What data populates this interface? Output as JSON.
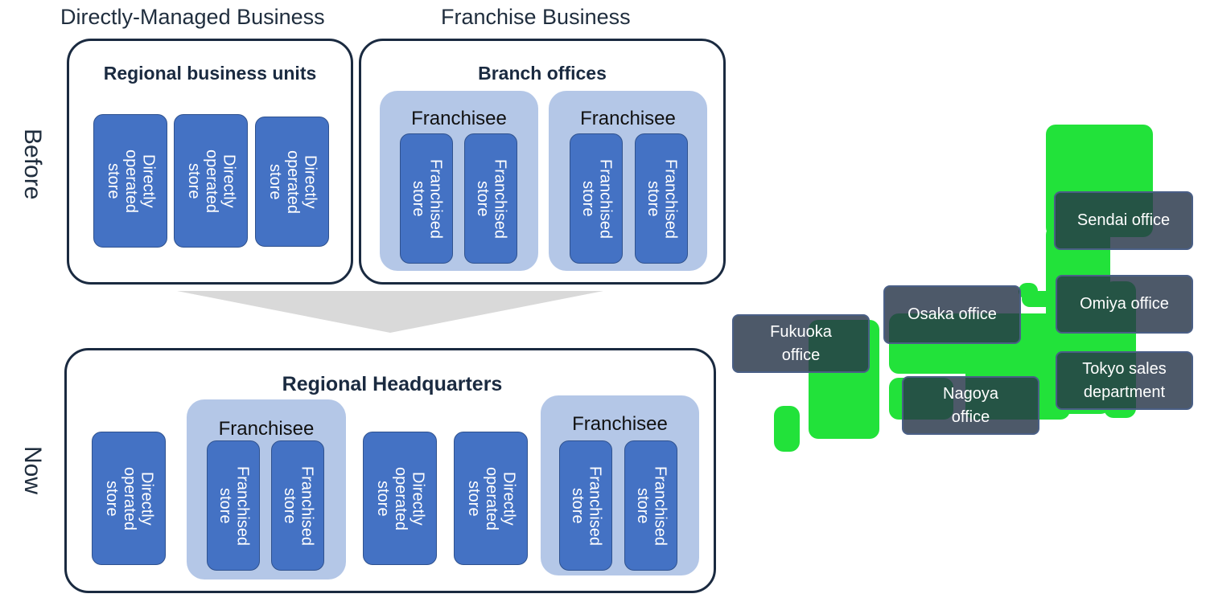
{
  "headers": {
    "directly_managed": "Directly-Managed Business",
    "franchise": "Franchise Business"
  },
  "side_labels": {
    "before": "Before",
    "now": "Now"
  },
  "before": {
    "direct_panel_title": "Regional business units",
    "direct_stores": [
      "Directly\noperated\nstore",
      "Directly\noperated\nstore",
      "Directly\noperated\nstore"
    ],
    "franchise_panel_title": "Branch offices",
    "franchisees": [
      {
        "title": "Franchisee",
        "stores": [
          "Franchised\nstore",
          "Franchised\nstore"
        ]
      },
      {
        "title": "Franchisee",
        "stores": [
          "Franchised\nstore",
          "Franchised\nstore"
        ]
      }
    ]
  },
  "now": {
    "panel_title": "Regional Headquarters",
    "direct_store_1": "Directly\noperated\nstore",
    "franchisee_1": {
      "title": "Franchisee",
      "stores": [
        "Franchised\nstore",
        "Franchised\nstore"
      ]
    },
    "direct_store_2": "Directly\noperated\nstore",
    "direct_store_3": "Directly\noperated\nstore",
    "franchisee_2": {
      "title": "Franchisee",
      "stores": [
        "Franchised\nstore",
        "Franchised\nstore"
      ]
    }
  },
  "map": {
    "land_color": "#22e23a",
    "offices": {
      "sendai": "Sendai office",
      "omiya": "Omiya office",
      "tokyo": "Tokyo sales\ndepartment",
      "osaka": "Osaka office",
      "nagoya": "Nagoya\noffice",
      "fukuoka": "Fukuoka\noffice"
    }
  },
  "colors": {
    "store_blue": "#4472c4",
    "franchisee_bg": "#b4c7e7",
    "panel_border": "#1a2a40",
    "arrow_gray": "#d9d9d9"
  }
}
